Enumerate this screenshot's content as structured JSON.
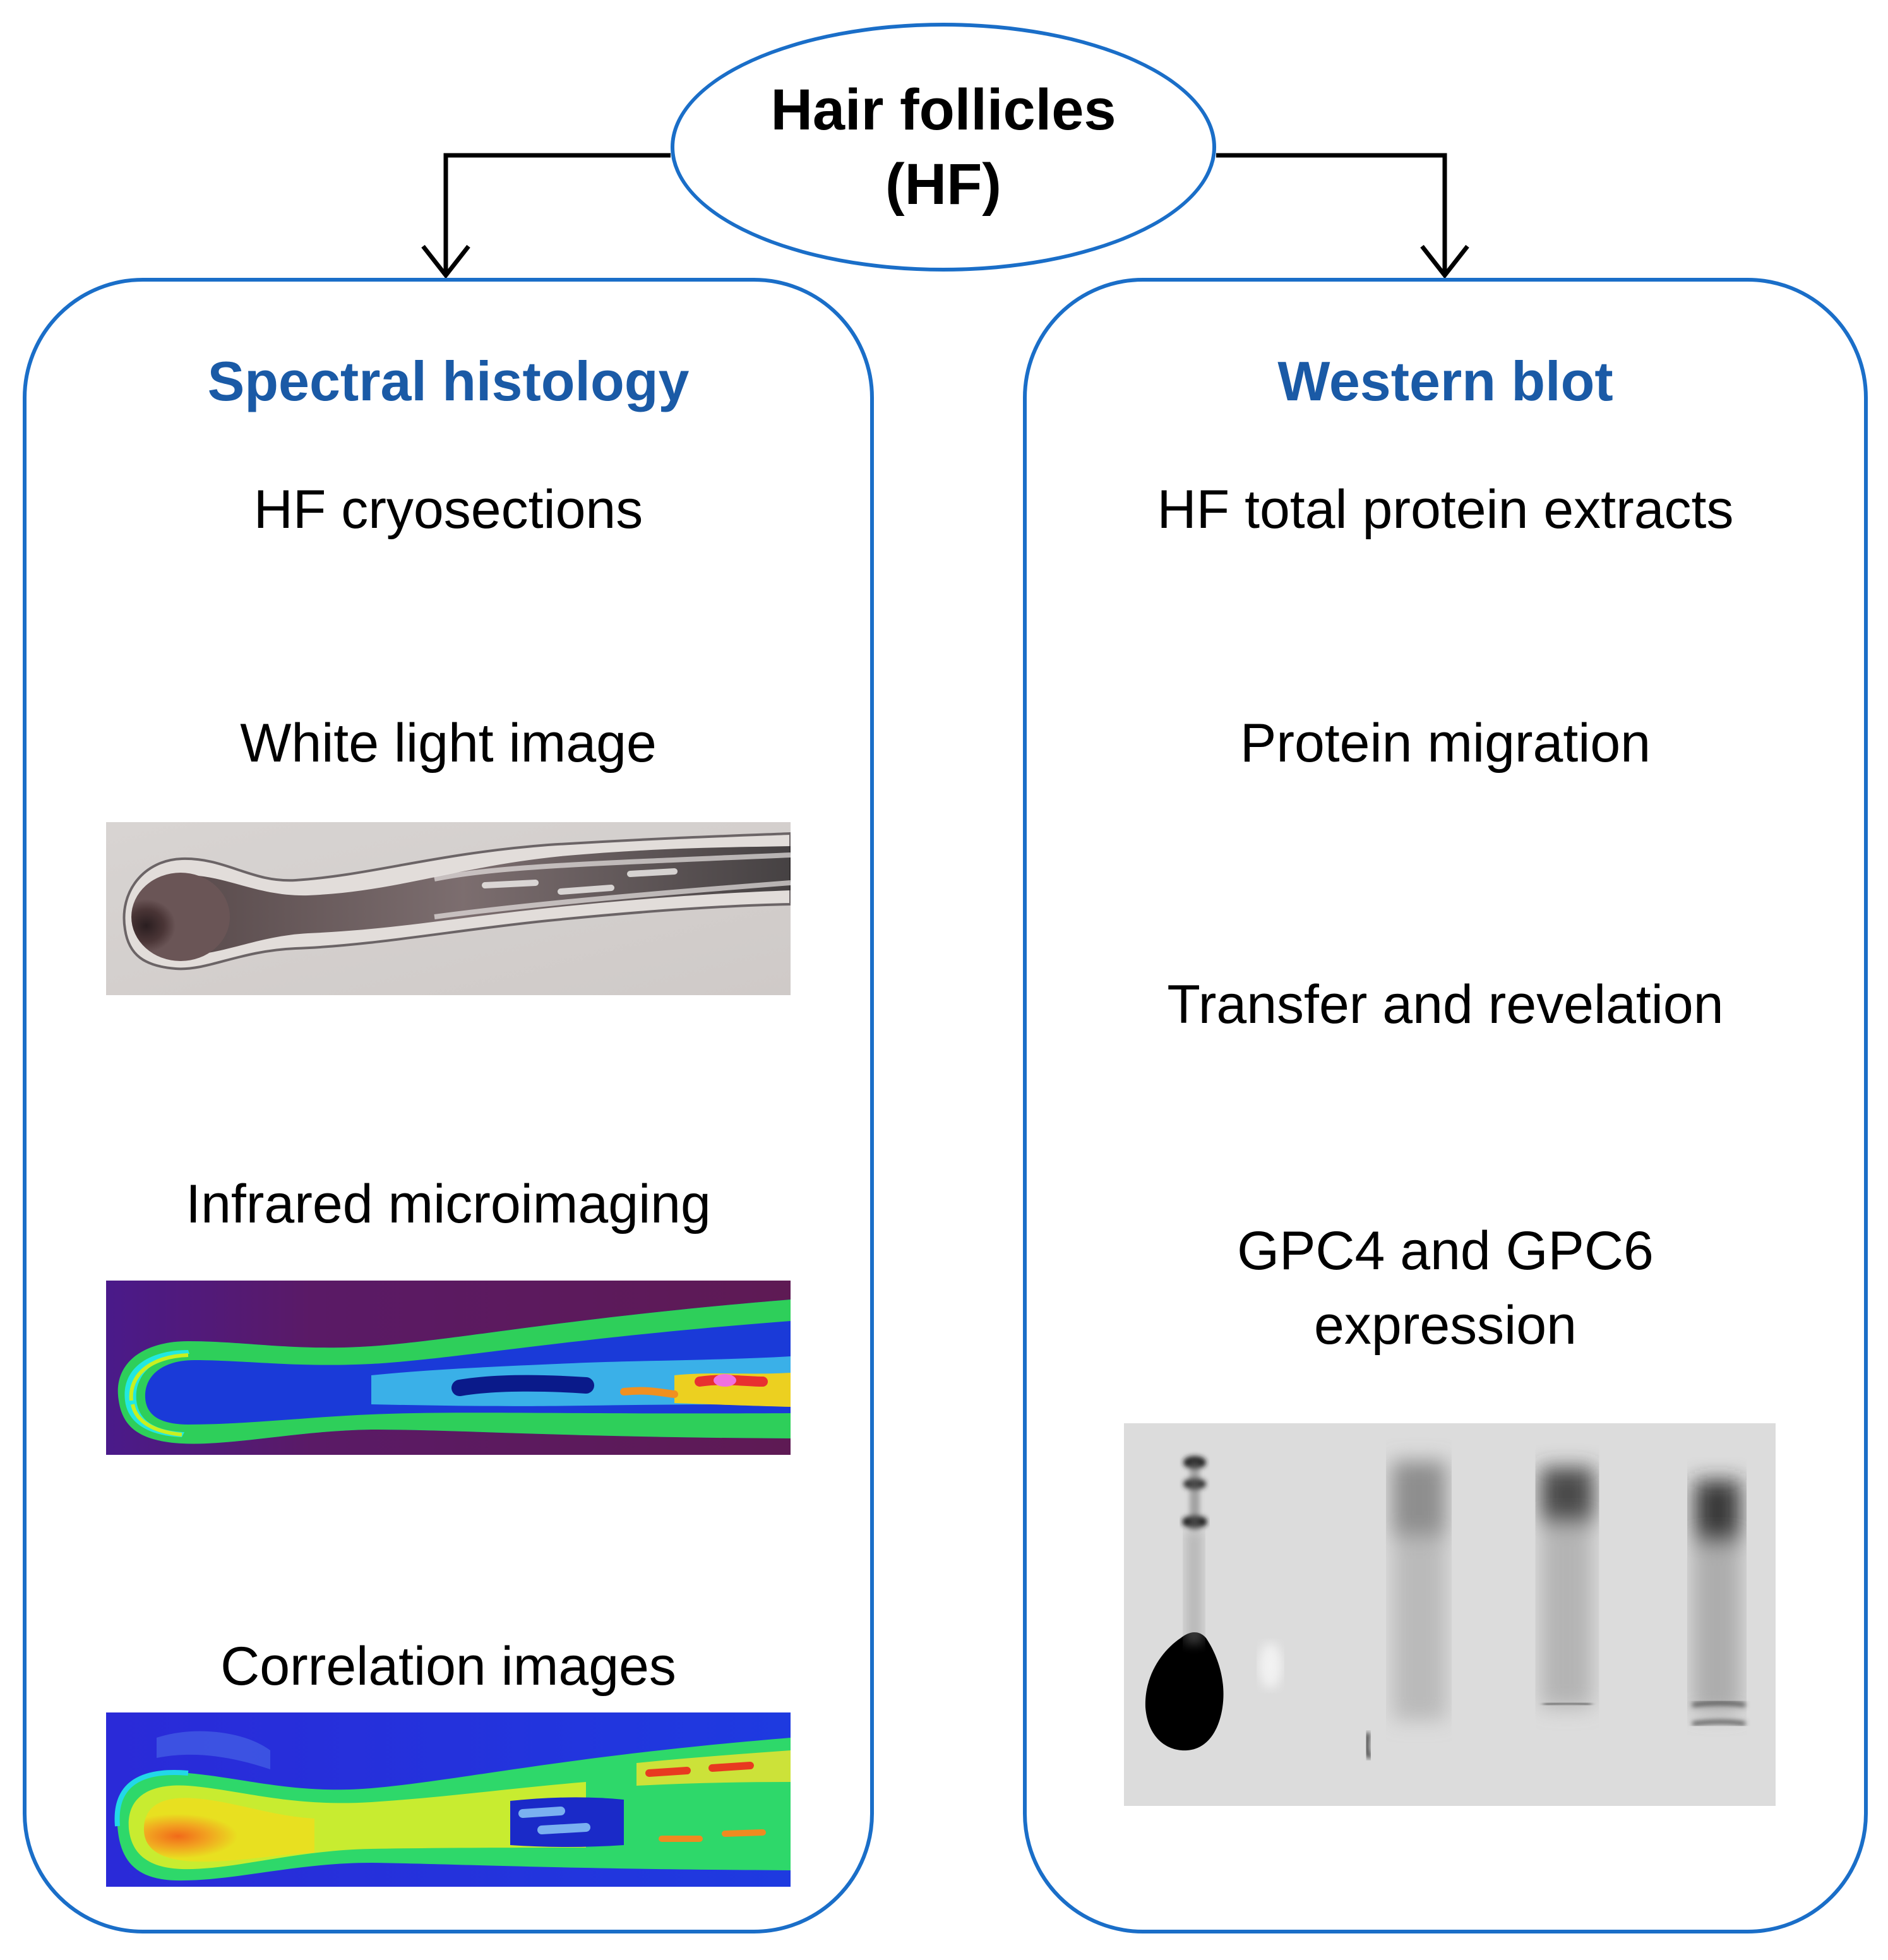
{
  "root": {
    "title": "Hair follicles\n(HF)"
  },
  "left_panel": {
    "title": "Spectral histology",
    "title_color": "#1a5aa6",
    "steps": [
      "HF cryosections",
      "White light image",
      "Infrared microimaging",
      "Correlation images"
    ],
    "images": [
      {
        "name": "white-light-image",
        "type": "grayscale micrograph"
      },
      {
        "name": "infrared-image",
        "type": "false-color map"
      },
      {
        "name": "correlation-image",
        "type": "false-color map"
      }
    ]
  },
  "right_panel": {
    "title": "Western blot",
    "title_color": "#1a5aa6",
    "steps": [
      "HF total protein extracts",
      "Protein migration",
      "Transfer and revelation",
      "GPC4 and GPC6\nexpression"
    ],
    "images": [
      {
        "name": "western-blot-image",
        "type": "blot"
      }
    ]
  },
  "colors": {
    "border": "#1a6ec8",
    "arrow": "#000000",
    "text": "#000000"
  }
}
